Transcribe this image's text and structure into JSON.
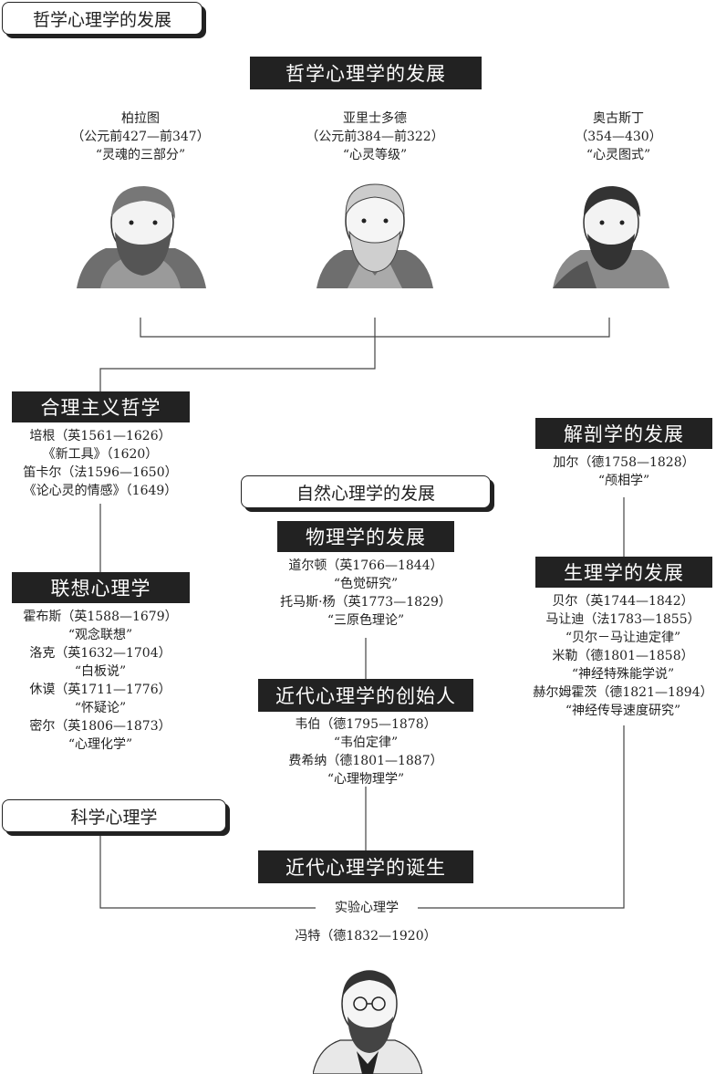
{
  "tags": {
    "top": "哲学心理学的发展",
    "natural": "自然心理学的发展",
    "science": "科学心理学"
  },
  "headers": {
    "philosophy": "哲学心理学的发展",
    "rationalism": "合理主义哲学",
    "associationism": "联想心理学",
    "anatomy": "解剖学的发展",
    "physiology": "生理学的发展",
    "physics": "物理学的发展",
    "founders": "近代心理学的创始人",
    "birth": "近代心理学的诞生"
  },
  "philosophers": [
    {
      "name": "柏拉图",
      "years": "（公元前427—前347）",
      "work": "“灵魂的三部分”"
    },
    {
      "name": "亚里士多德",
      "years": "（公元前384—前322）",
      "work": "“心灵等级”"
    },
    {
      "name": "奥古斯丁",
      "years": "（354—430）",
      "work": "“心灵图式”"
    }
  ],
  "rationalism_lines": [
    "培根（英1561—1626）",
    "《新工具》（1620）",
    "笛卡尔（法1596—1650）",
    "《论心灵的情感》（1649）"
  ],
  "associationism_lines": [
    "霍布斯（英1588—1679）",
    "“观念联想”",
    "洛克（英1632—1704）",
    "“白板说”",
    "休谟（英1711—1776）",
    "“怀疑论”",
    "密尔（英1806—1873）",
    "“心理化学”"
  ],
  "anatomy_lines": [
    "加尔（德1758—1828）",
    "“颅相学”"
  ],
  "physiology_lines": [
    "贝尔（英1744—1842）",
    "马让迪（法1783—1855）",
    "“贝尔－马让迪定律”",
    "米勒（德1801—1858）",
    "“神经特殊能学说”",
    "赫尔姆霍茨（德1821—1894）",
    "“神经传导速度研究”"
  ],
  "physics_lines": [
    "道尔顿（英1766—1844）",
    "“色觉研究”",
    "托马斯·杨（英1773—1829）",
    "“三原色理论”"
  ],
  "founders_lines": [
    "韦伯（德1795—1878）",
    "“韦伯定律”",
    "费希纳（德1801—1887）",
    "“心理物理学”"
  ],
  "birth": {
    "label": "实验心理学",
    "person": "冯特（德1832—1920）"
  }
}
